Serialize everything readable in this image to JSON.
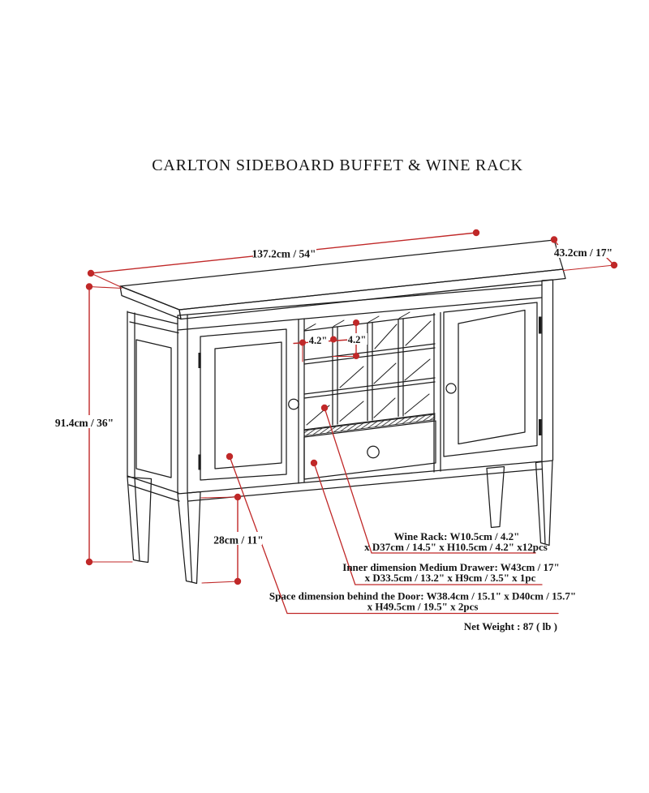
{
  "title": "CARLTON SIDEBOARD BUFFET & WINE RACK",
  "colors": {
    "line": "#1c1c1c",
    "red": "#c02828"
  },
  "dimensions": {
    "width": "137.2cm / 54\"",
    "depth": "43.2cm / 17\"",
    "height": "91.4cm / 36\"",
    "leg_height": "28cm / 11\"",
    "cubby_width": "4.2\"",
    "cubby_height": "4.2\""
  },
  "annotations": {
    "wine_rack": {
      "line1": "Wine Rack: W10.5cm / 4.2\"",
      "line2": "x D37cm / 14.5\" x H10.5cm / 4.2\" x12pcs"
    },
    "drawer": {
      "line1": "Inner dimension Medium Drawer: W43cm / 17\"",
      "line2": "x D33.5cm / 13.2\" x H9cm / 3.5\" x 1pc"
    },
    "door": {
      "line1": "Space dimension behind the Door:  W38.4cm / 15.1\" x D40cm / 15.7\"",
      "line2": "x H49.5cm / 19.5\" x 2pcs"
    },
    "net_weight": "Net Weight : 87 ( lb )"
  }
}
